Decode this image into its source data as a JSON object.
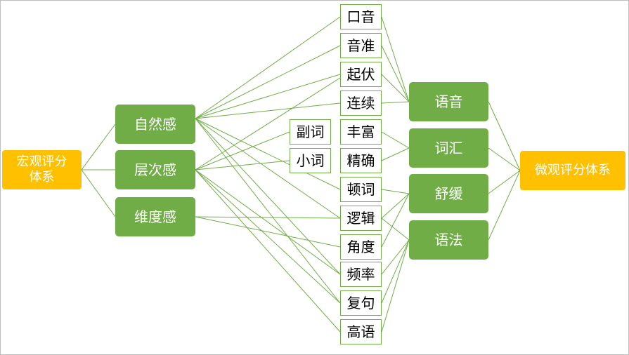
{
  "nodes": {
    "macro": "宏观评分\n体系",
    "micro": "微观评分体系",
    "ziran": "自然感",
    "cengci": "层次感",
    "weidu": "维度感",
    "kouyin": "口音",
    "yinzhun": "音准",
    "qifu": "起伏",
    "lianxu": "连续",
    "fengfu": "丰富",
    "jingque": "精确",
    "dunci": "顿词",
    "luoji": "逻辑",
    "jiaodu": "角度",
    "pinlv": "频率",
    "fuju": "复句",
    "gaoyu": "高语",
    "fuci": "副词",
    "xiaoci": "小词",
    "yuyin": "语音",
    "cihui": "词汇",
    "shuhuan": "舒缓",
    "yufa": "语法"
  },
  "colors": {
    "line": "#70ad47",
    "green_fill": "#70ad47",
    "orange_fill": "#ffc000"
  }
}
